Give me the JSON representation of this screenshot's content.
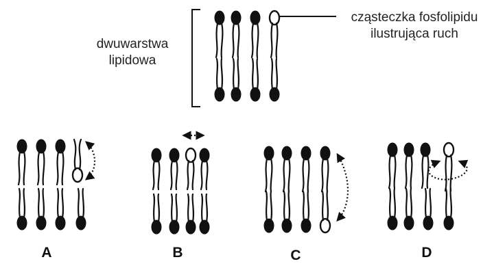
{
  "labels": {
    "bilayer_line1": "dwuwarstwa",
    "bilayer_line2": "lipidowa",
    "molecule_line1": "cząsteczka fosfolipidu",
    "molecule_line2": "ilustrująca ruch"
  },
  "panels": [
    {
      "letter": "A"
    },
    {
      "letter": "B"
    },
    {
      "letter": "C"
    },
    {
      "letter": "D"
    }
  ],
  "colors": {
    "ink": "#111111",
    "background": "#ffffff"
  }
}
